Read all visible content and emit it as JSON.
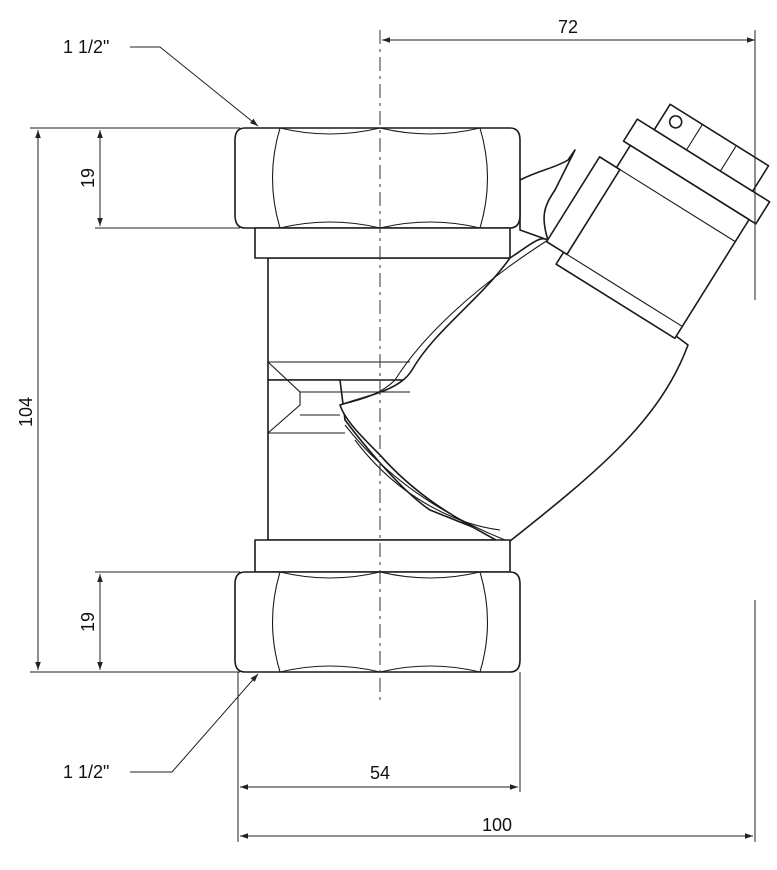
{
  "drawing": {
    "dimensions": {
      "thread_top": "1 1/2\"",
      "thread_bottom": "1 1/2\"",
      "branch_offset": "72",
      "nut_height_top": "19",
      "nut_height_bottom": "19",
      "total_height": "104",
      "nut_width": "54",
      "total_width": "100"
    },
    "colors": {
      "line": "#1a1a1a",
      "background": "#ffffff"
    }
  }
}
